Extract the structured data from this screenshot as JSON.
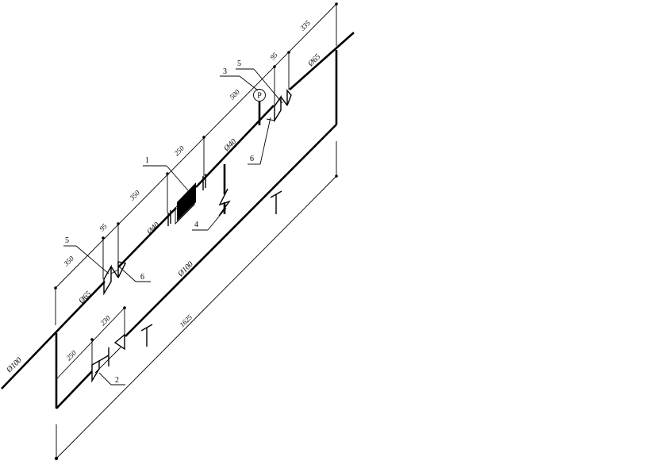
{
  "diagram": {
    "callouts": [
      "1",
      "2",
      "3",
      "4",
      "5",
      "5",
      "6",
      "6"
    ],
    "gauge_symbol": "P",
    "pipe_diameters": [
      "Ø100",
      "Ø65",
      "Ø40",
      "Ø40",
      "Ø100",
      "Ø65"
    ],
    "dimensions": [
      "335",
      "95",
      "500",
      "250",
      "350",
      "95",
      "350",
      "250",
      "230",
      "1625"
    ]
  }
}
